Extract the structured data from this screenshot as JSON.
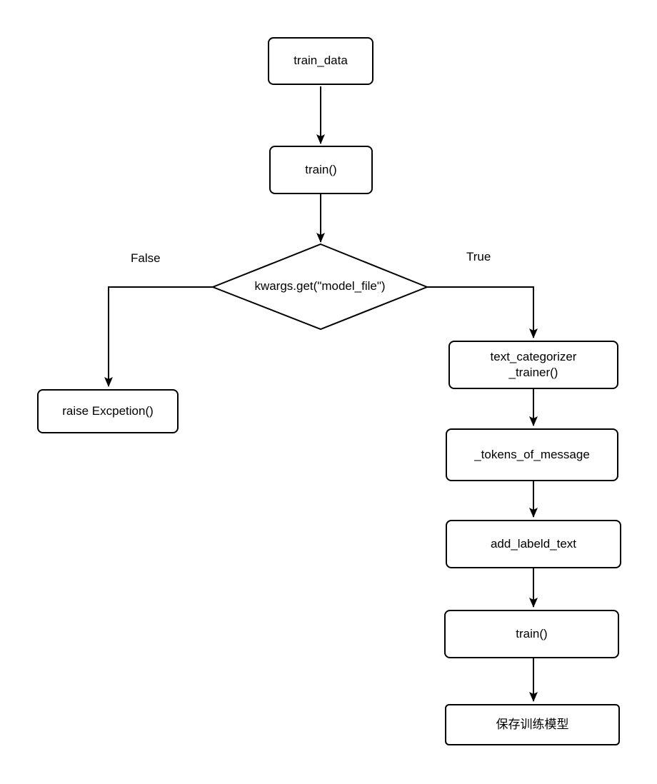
{
  "diagram": {
    "nodes": [
      {
        "id": "train_data",
        "type": "process",
        "label": "train_data"
      },
      {
        "id": "train",
        "type": "process",
        "label": "train()"
      },
      {
        "id": "model_file_check",
        "type": "decision",
        "label": "kwargs.get(\"model_file\")"
      },
      {
        "id": "raise_exception",
        "type": "process",
        "label": "raise Excpetion()"
      },
      {
        "id": "text_categorizer_trainer",
        "type": "process",
        "label": "text_categorizer\n_trainer()"
      },
      {
        "id": "tokens_of_message",
        "type": "process",
        "label": "_tokens_of_message"
      },
      {
        "id": "add_labeld_text",
        "type": "process",
        "label": "add_labeld_text"
      },
      {
        "id": "train_2",
        "type": "process",
        "label": "train()"
      },
      {
        "id": "save_model",
        "type": "process",
        "label": "保存训练模型"
      }
    ],
    "edge_labels": {
      "false_branch": "False",
      "true_branch": "True"
    },
    "colors": {
      "stroke": "#000000",
      "fill": "#ffffff"
    }
  }
}
